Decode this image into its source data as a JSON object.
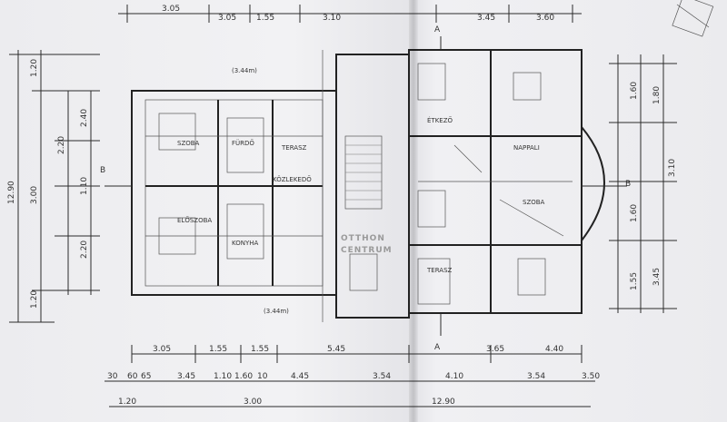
{
  "drawing": {
    "top_dims": [
      "3.05",
      "3.05",
      "1.55",
      "3.10",
      "3.45",
      "3.60"
    ],
    "left_dims": [
      "1.20",
      "2.40",
      "2.20",
      "1.10",
      "3.00",
      "1.20",
      "2.20"
    ],
    "left_total": "12.90",
    "right_dims": [
      "1.60",
      "1.80",
      "3.10",
      "1.60",
      "1.55",
      "3.45"
    ],
    "bottom_row1": [
      "3.05",
      "1.55",
      "1.55",
      "5.45",
      "3.65",
      "4.40"
    ],
    "bottom_row2": [
      "30",
      "60",
      "65",
      "3.45",
      "1.10",
      "1.60",
      "10",
      "4.45",
      "3.54",
      "4.10",
      "3.54",
      "3.50"
    ],
    "bottom_row3": [
      "1.20",
      "3.00",
      "12.90"
    ],
    "room_labels": [
      "SZOBA",
      "FÜRDŐ",
      "TERASZ",
      "KÖZLEKEDŐ",
      "ELŐSZOBA",
      "KONYHA",
      "ÉTKEZŐ",
      "NAPPALI",
      "TERASZ",
      "SZOBA"
    ],
    "section_marks": [
      "B",
      "B",
      "A",
      "A"
    ],
    "annotations": [
      "(3.44m)",
      "(3.44m)"
    ],
    "stamp": [
      "OTTHON",
      "CENTRUM"
    ]
  }
}
